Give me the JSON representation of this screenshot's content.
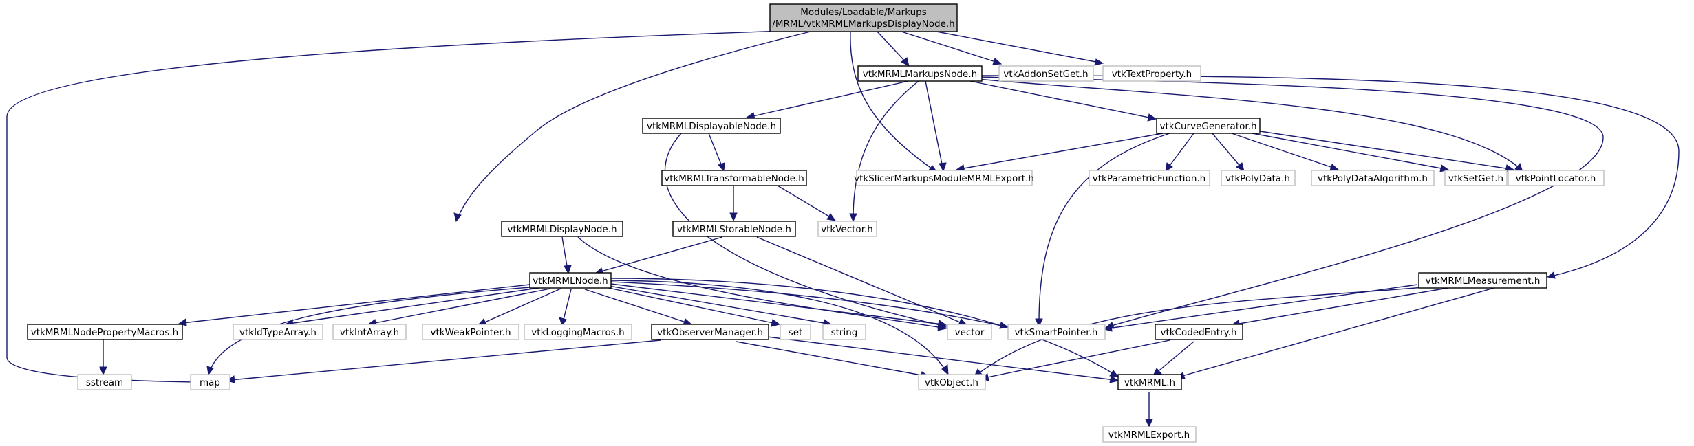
{
  "nodes": {
    "root_line1": "Modules/Loadable/Markups",
    "root_line2": "/MRML/vtkMRMLMarkupsDisplayNode.h",
    "markups_node": "vtkMRMLMarkupsNode.h",
    "addon_setget": "vtkAddonSetGet.h",
    "text_property": "vtkTextProperty.h",
    "displayable_node": "vtkMRMLDisplayableNode.h",
    "curve_generator": "vtkCurveGenerator.h",
    "transformable_node": "vtkMRMLTransformableNode.h",
    "slicer_export": "vtkSlicerMarkupsModuleMRMLExport.h",
    "parametric_function": "vtkParametricFunction.h",
    "poly_data": "vtkPolyData.h",
    "poly_data_algorithm": "vtkPolyDataAlgorithm.h",
    "set_get": "vtkSetGet.h",
    "point_locator": "vtkPointLocator.h",
    "display_node": "vtkMRMLDisplayNode.h",
    "storable_node": "vtkMRMLStorableNode.h",
    "vtk_vector": "vtkVector.h",
    "mrml_node": "vtkMRMLNode.h",
    "measurement": "vtkMRMLMeasurement.h",
    "node_property_macros": "vtkMRMLNodePropertyMacros.h",
    "id_type_array": "vtkIdTypeArray.h",
    "int_array": "vtkIntArray.h",
    "weak_pointer": "vtkWeakPointer.h",
    "logging_macros": "vtkLoggingMacros.h",
    "observer_manager": "vtkObserverManager.h",
    "set": "set",
    "string": "string",
    "vector": "vector",
    "smart_pointer": "vtkSmartPointer.h",
    "coded_entry": "vtkCodedEntry.h",
    "sstream": "sstream",
    "map": "map",
    "vtk_object": "vtkObject.h",
    "vtk_mrml": "vtkMRML.h",
    "mrml_export": "vtkMRMLExport.h"
  }
}
